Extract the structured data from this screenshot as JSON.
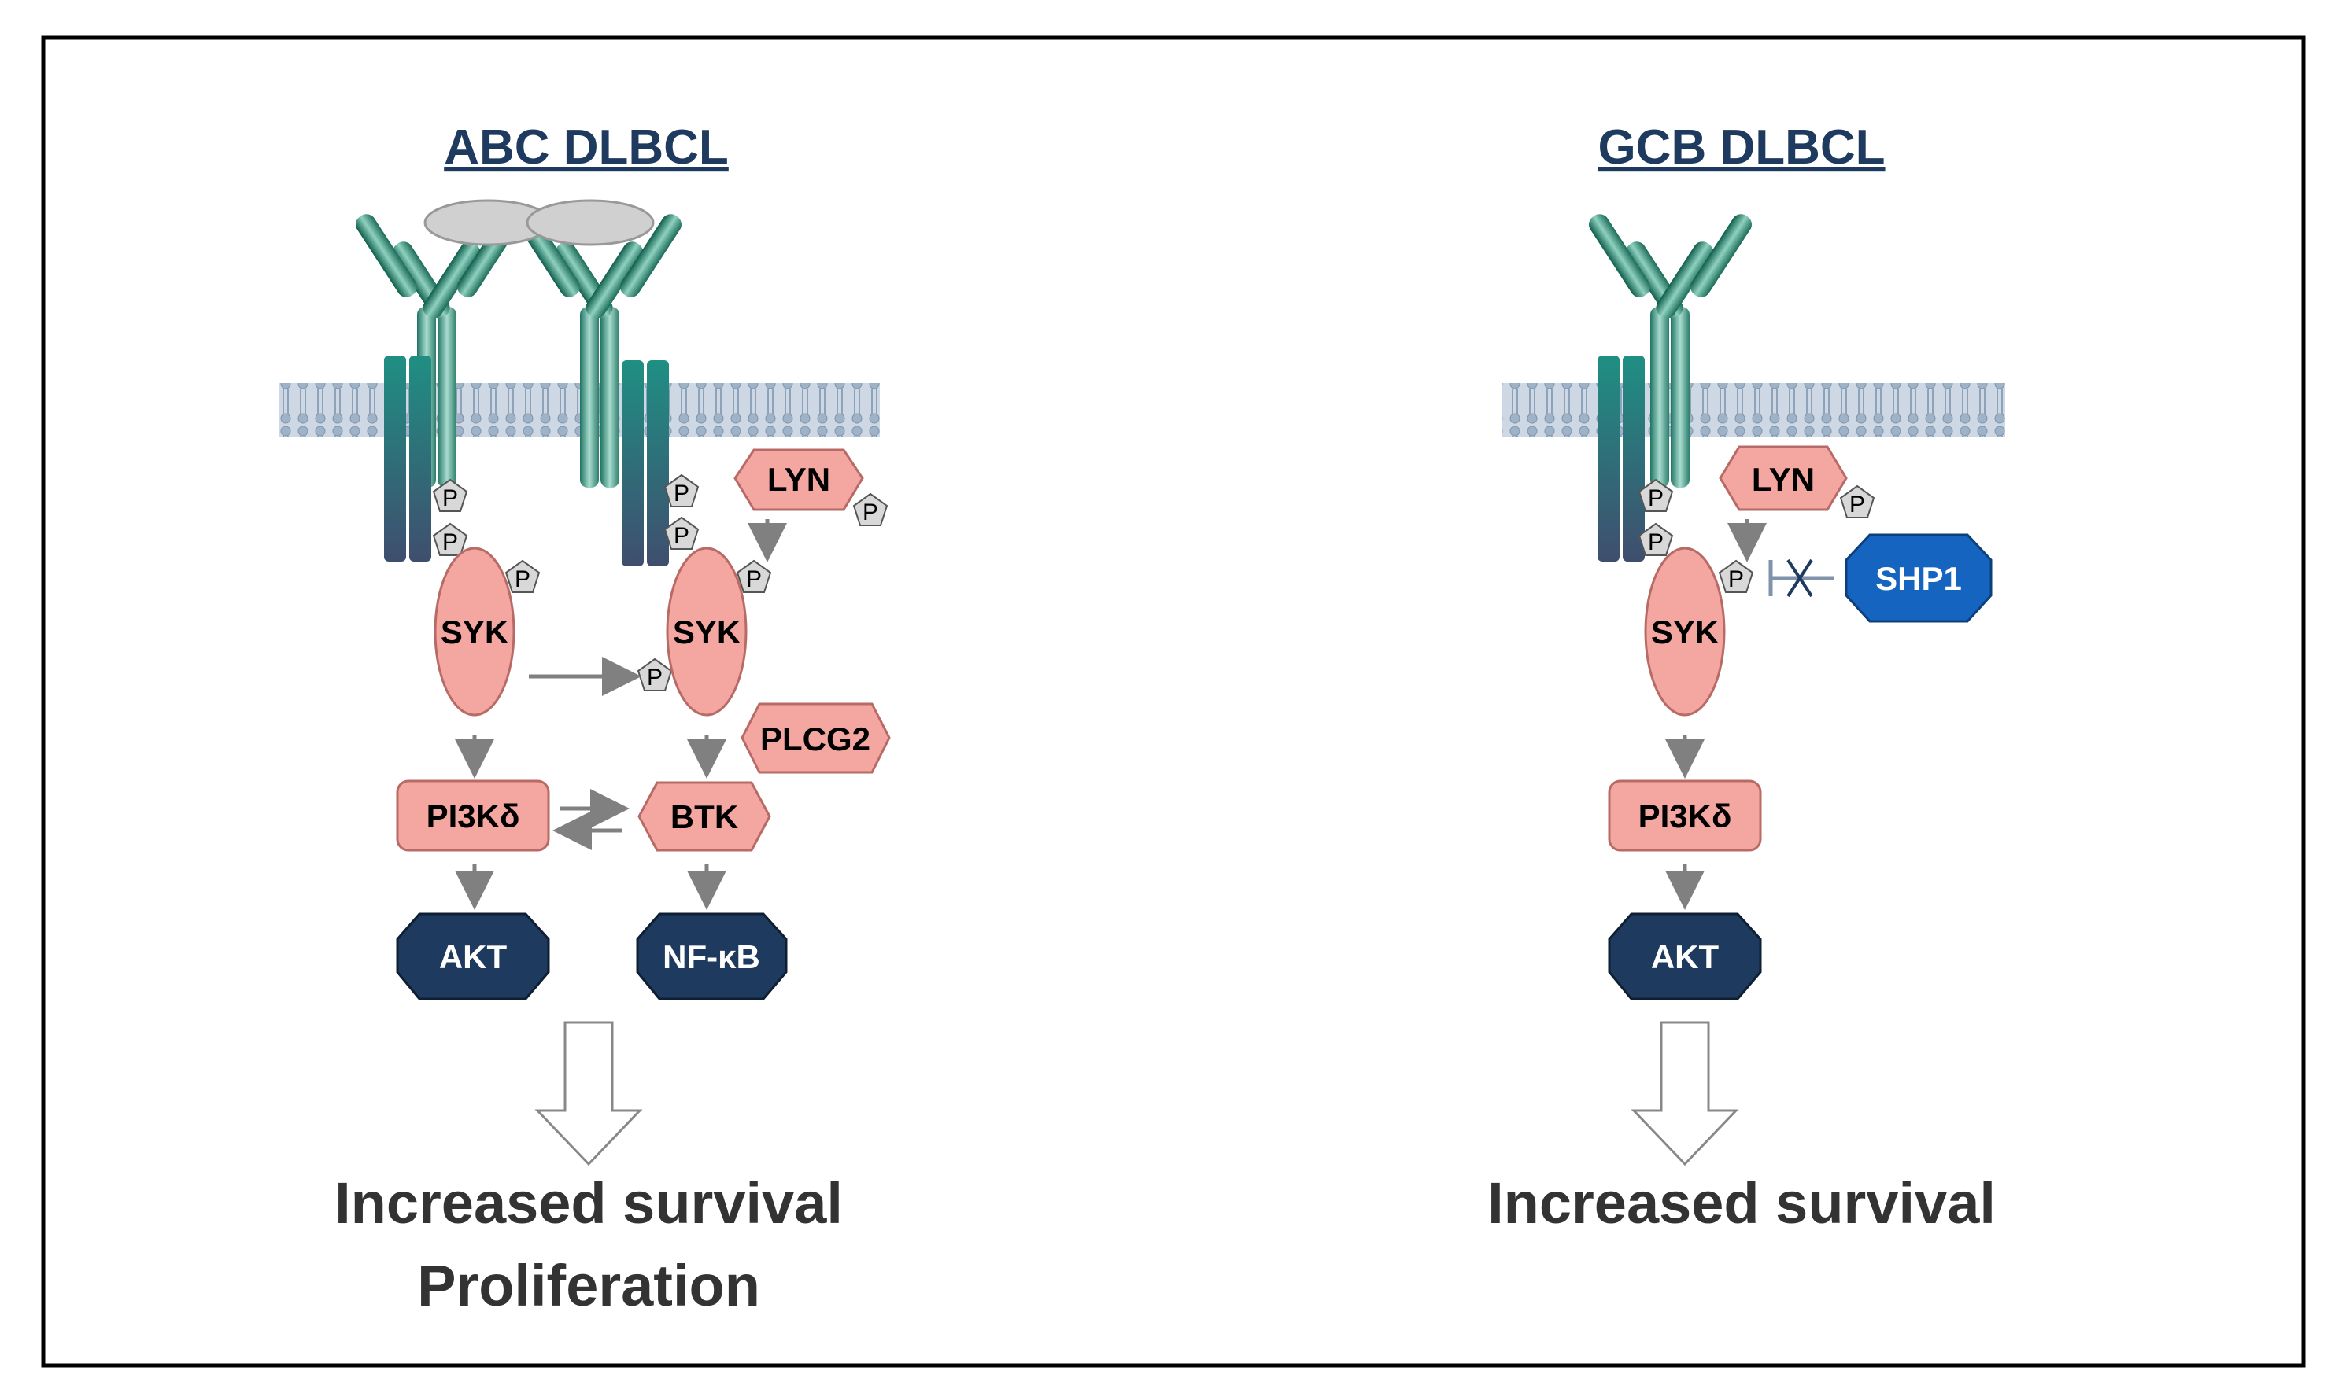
{
  "panels": {
    "abc": {
      "title": "ABC DLBCL",
      "nodes": {
        "syk_left": "SYK",
        "syk_right": "SYK",
        "lyn": "LYN",
        "plcg2": "PLCG2",
        "pi3k": "PI3Kδ",
        "btk": "BTK",
        "akt": "AKT",
        "nfkb": "NF-κB"
      },
      "phospho_label": "P",
      "outcome_line1": "Increased survival",
      "outcome_line2": "Proliferation"
    },
    "gcb": {
      "title": "GCB DLBCL",
      "nodes": {
        "syk": "SYK",
        "lyn": "LYN",
        "shp1": "SHP1",
        "pi3k": "PI3Kδ",
        "akt": "AKT"
      },
      "phospho_label": "P",
      "outcome_line1": "Increased survival"
    }
  },
  "colors": {
    "kinase_fill": "#f4a6a0",
    "kinase_stroke": "#b86b66",
    "effector_fill": "#1f3a5f",
    "shp1_fill": "#1565c0",
    "receptor": "#2e8b77",
    "membrane": "#b9c9d9",
    "arrow": "#808080",
    "border": "#000000"
  }
}
